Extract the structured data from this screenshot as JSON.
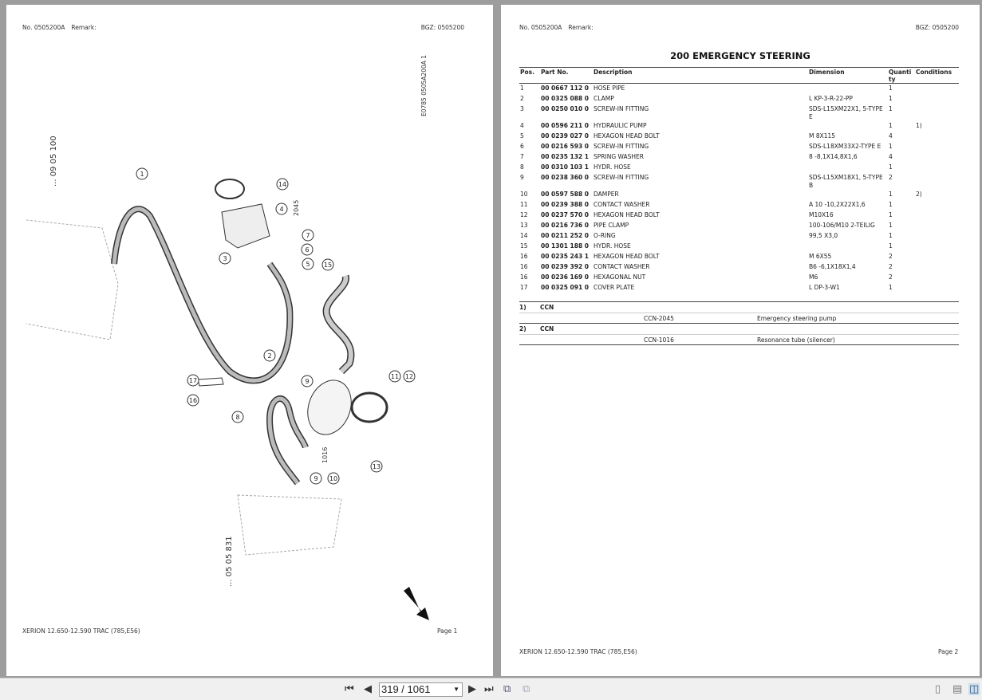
{
  "left_page": {
    "doc_no": "No. 0505200A",
    "remark": "Remark:",
    "bgz": "BGZ: 0505200",
    "drawing_id": "E0785 0505A200A 1",
    "ref_top": "... 09 05 100",
    "ref_bottom": "... 05 05 831",
    "label_2045": "2045",
    "label_1016": "1016",
    "callouts": [
      "1",
      "2",
      "3",
      "4",
      "5",
      "6",
      "7",
      "8",
      "9",
      "9",
      "10",
      "11",
      "12",
      "13",
      "14",
      "15",
      "16",
      "17"
    ],
    "footer_model": "XERION 12.650-12.590 TRAC (785,E56)",
    "footer_page": "Page 1"
  },
  "right_page": {
    "doc_no": "No. 0505200A",
    "remark": "Remark:",
    "bgz": "BGZ: 0505200",
    "title": "200 EMERGENCY STEERING",
    "columns": [
      "Pos.",
      "Part No.",
      "Description",
      "Dimension",
      "Quanti ty",
      "Conditions"
    ],
    "rows": [
      {
        "pos": "1",
        "part": "00 0667 112 0",
        "desc": "HOSE PIPE",
        "dim": "",
        "qty": "1",
        "cond": ""
      },
      {
        "pos": "2",
        "part": "00 0325 088 0",
        "desc": "CLAMP",
        "dim": "L KP-3-R-22-PP",
        "qty": "1",
        "cond": ""
      },
      {
        "pos": "3",
        "part": "00 0250 010 0",
        "desc": "SCREW-IN FITTING",
        "dim": "SDS-L15XM22X1, 5-TYPE E",
        "qty": "1",
        "cond": ""
      },
      {
        "pos": "4",
        "part": "00 0596 211 0",
        "desc": "HYDRAULIC PUMP",
        "dim": "",
        "qty": "1",
        "cond": "1)"
      },
      {
        "pos": "5",
        "part": "00 0239 027 0",
        "desc": "HEXAGON HEAD BOLT",
        "dim": "M 8X115",
        "qty": "4",
        "cond": ""
      },
      {
        "pos": "6",
        "part": "00 0216 593 0",
        "desc": "SCREW-IN FITTING",
        "dim": "SDS-L18XM33X2-TYPE E",
        "qty": "1",
        "cond": ""
      },
      {
        "pos": "7",
        "part": "00 0235 132 1",
        "desc": "SPRING WASHER",
        "dim": "8 -8,1X14,8X1,6",
        "qty": "4",
        "cond": ""
      },
      {
        "pos": "8",
        "part": "00 0310 103 1",
        "desc": "HYDR. HOSE",
        "dim": "",
        "qty": "1",
        "cond": ""
      },
      {
        "pos": "9",
        "part": "00 0238 360 0",
        "desc": "SCREW-IN FITTING",
        "dim": "SDS-L15XM18X1, 5-TYPE B",
        "qty": "2",
        "cond": ""
      },
      {
        "pos": "10",
        "part": "00 0597 588 0",
        "desc": "DAMPER",
        "dim": "",
        "qty": "1",
        "cond": "2)"
      },
      {
        "pos": "11",
        "part": "00 0239 388 0",
        "desc": "CONTACT WASHER",
        "dim": "A 10 -10,2X22X1,6",
        "qty": "1",
        "cond": ""
      },
      {
        "pos": "12",
        "part": "00 0237 570 0",
        "desc": "HEXAGON HEAD BOLT",
        "dim": "M10X16",
        "qty": "1",
        "cond": ""
      },
      {
        "pos": "13",
        "part": "00 0216 736 0",
        "desc": "PIPE CLAMP",
        "dim": "100-106/M10 2-TEILIG",
        "qty": "1",
        "cond": ""
      },
      {
        "pos": "14",
        "part": "00 0211 252 0",
        "desc": "O-RING",
        "dim": "99,5 X3,0",
        "qty": "1",
        "cond": ""
      },
      {
        "pos": "15",
        "part": "00 1301 188 0",
        "desc": "HYDR. HOSE",
        "dim": "",
        "qty": "1",
        "cond": ""
      },
      {
        "pos": "16",
        "part": "00 0235 243 1",
        "desc": "HEXAGON HEAD BOLT",
        "dim": "M 6X55",
        "qty": "2",
        "cond": ""
      },
      {
        "pos": "16",
        "part": "00 0239 392 0",
        "desc": "CONTACT WASHER",
        "dim": "B6 -6,1X18X1,4",
        "qty": "2",
        "cond": ""
      },
      {
        "pos": "16",
        "part": "00 0236 169 0",
        "desc": "HEXAGONAL NUT",
        "dim": "M6",
        "qty": "2",
        "cond": ""
      },
      {
        "pos": "17",
        "part": "00 0325 091 0",
        "desc": "COVER PLATE",
        "dim": "L DP-3-W1",
        "qty": "1",
        "cond": ""
      }
    ],
    "footnotes": [
      {
        "num": "1)",
        "type": "CCN",
        "code": "CCN-2045",
        "text": "Emergency steering pump"
      },
      {
        "num": "2)",
        "type": "CCN",
        "code": "CCN-1016",
        "text": "Resonance tube (silencer)"
      }
    ],
    "footer_model": "XERION 12.650-12.590 TRAC (785,E56)",
    "footer_page": "Page 2"
  },
  "toolbar": {
    "page_indicator": "319 / 1061",
    "icons": [
      "first-page-icon",
      "prev-page-icon",
      "next-page-icon",
      "last-page-icon",
      "extract-page-icon",
      "insert-page-icon",
      "single-page-view-icon",
      "continuous-view-icon",
      "two-page-view-icon"
    ]
  }
}
